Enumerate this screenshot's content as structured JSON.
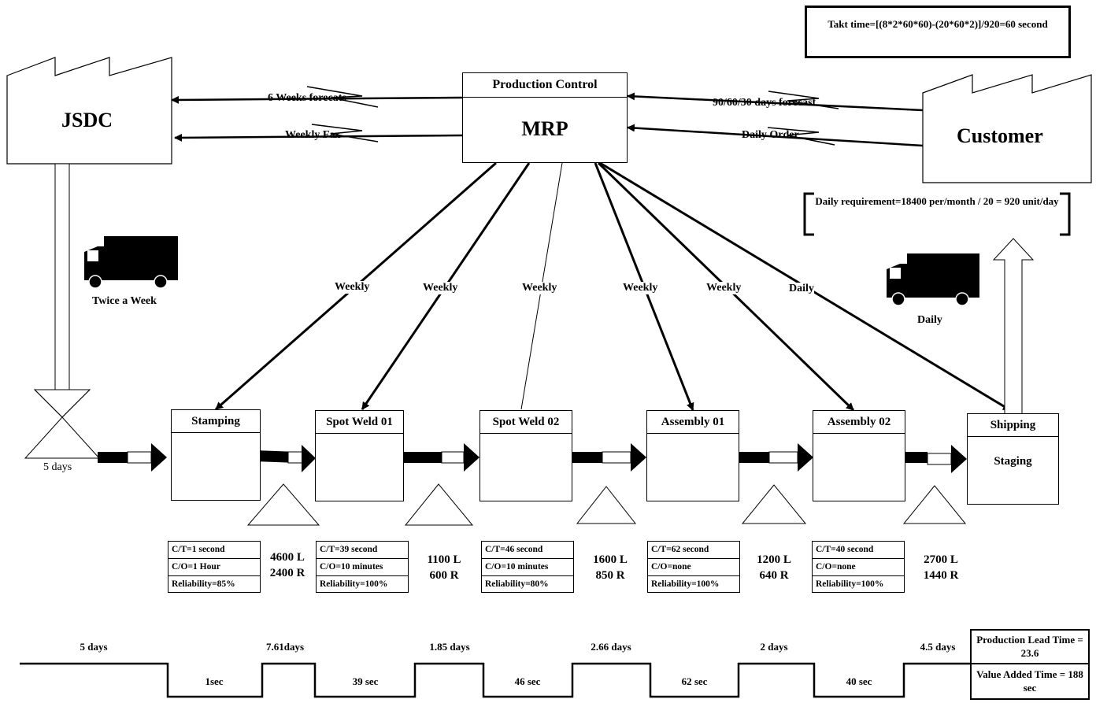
{
  "takt": {
    "text": "Takt time=[(8*2*60*60)-(20*60*2)]/920=60 second"
  },
  "supplier": {
    "name": "JSDC"
  },
  "customer": {
    "name": "Customer"
  },
  "production_control": {
    "title": "Production Control",
    "system": "MRP"
  },
  "info_flows": {
    "forecast_to_supplier": "6 Weeks forecats",
    "fax_to_supplier": "Weekly Fax",
    "forecast_from_customer": "90/60/30 days forecast",
    "order_from_customer": "Daily Order"
  },
  "daily_requirement": {
    "text": "Daily requirement=18400 per/month / 20 = 920 unit/day"
  },
  "trucks": {
    "supplier": "Twice a Week",
    "customer": "Daily"
  },
  "schedules": [
    "Weekly",
    "Weekly",
    "Weekly",
    "Weekly",
    "Weekly",
    "Daily"
  ],
  "raw_inventory": "5 days",
  "processes": [
    {
      "name": "Stamping",
      "ct": "C/T=1 second",
      "co": "C/O=1 Hour",
      "rel": "Reliability=85%",
      "inv_l": "4600 L",
      "inv_r": "2400 R"
    },
    {
      "name": "Spot Weld 01",
      "ct": "C/T=39 second",
      "co": "C/O=10 minutes",
      "rel": "Reliability=100%",
      "inv_l": "1100 L",
      "inv_r": "600 R"
    },
    {
      "name": "Spot Weld 02",
      "ct": "C/T=46 second",
      "co": "C/O=10 minutes",
      "rel": "Reliability=80%",
      "inv_l": "1600 L",
      "inv_r": "850 R"
    },
    {
      "name": "Assembly 01",
      "ct": "C/T=62 second",
      "co": "C/O=none",
      "rel": "Reliability=100%",
      "inv_l": "1200 L",
      "inv_r": "640 R"
    },
    {
      "name": "Assembly 02",
      "ct": "C/T=40 second",
      "co": "C/O=none",
      "rel": "Reliability=100%",
      "inv_l": "2700 L",
      "inv_r": "1440 R"
    }
  ],
  "shipping": {
    "name": "Shipping",
    "sub": "Staging"
  },
  "timeline": {
    "waits": [
      "5 days",
      "7.61days",
      "1.85 days",
      "2.66 days",
      "2 days",
      "4.5 days"
    ],
    "processing": [
      "1sec",
      "39 sec",
      "46 sec",
      "62 sec",
      "40 sec"
    ],
    "lead_time": "Production Lead Time = 23.6",
    "value_added": "Value Added Time = 188 sec"
  }
}
